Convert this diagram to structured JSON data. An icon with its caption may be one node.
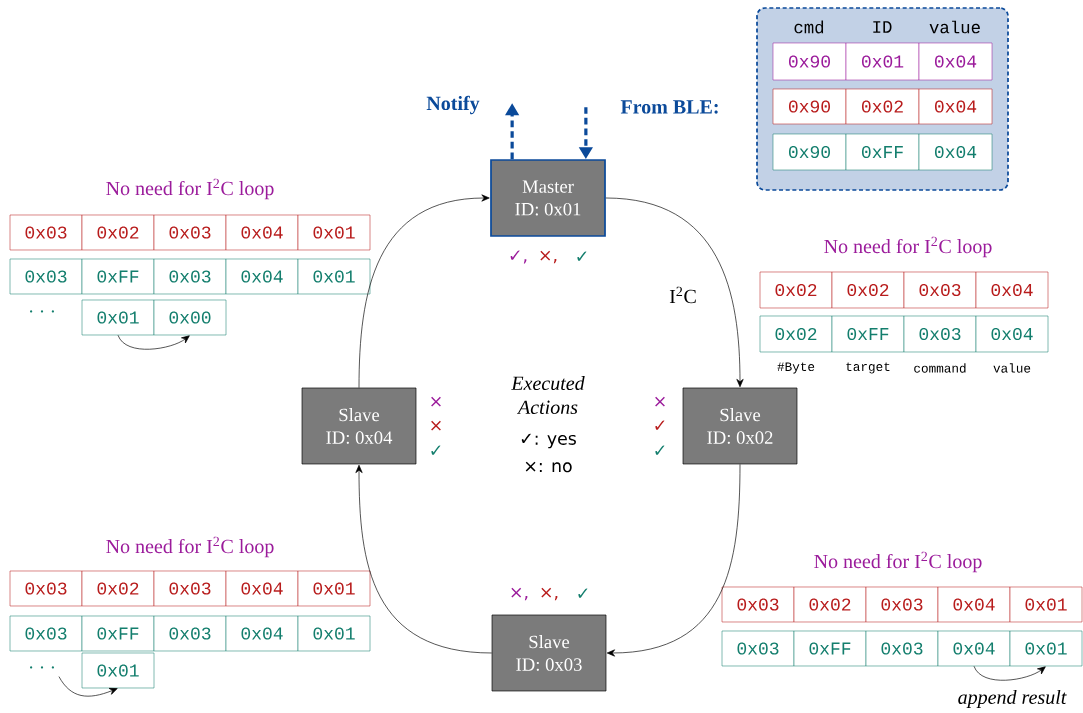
{
  "diagram": {
    "nodes": [
      {
        "text": [
          "Master",
          "ID: 0x01"
        ],
        "beside": [
          "✓,",
          "×,",
          "✓"
        ]
      },
      {
        "text": [
          "Slave",
          "ID: 0x02"
        ],
        "beside": [
          "×",
          "✓",
          "✓"
        ]
      },
      {
        "text": [
          "Slave",
          "ID: 0x03"
        ],
        "beside": [
          "×,",
          "×,",
          "✓"
        ]
      },
      {
        "text": [
          "Slave",
          "ID: 0x04"
        ],
        "beside": [
          "×",
          "×",
          "✓"
        ]
      },
      {
        "text": [
          "cmd",
          "ID",
          "value"
        ]
      },
      {
        "text": [
          "0x90"
        ],
        "in": 4
      },
      {
        "text": [
          "0x01"
        ],
        "in": 4
      },
      {
        "text": [
          "0x04"
        ],
        "in": 4
      },
      {
        "text": [
          "0x90"
        ],
        "in": 4
      },
      {
        "text": [
          "0x02"
        ],
        "in": 4
      },
      {
        "text": [
          "0x04"
        ],
        "in": 4
      },
      {
        "text": [
          "0x90"
        ],
        "in": 4
      },
      {
        "text": [
          "0xFF"
        ],
        "in": 4
      },
      {
        "text": [
          "0x04"
        ],
        "in": 4
      },
      {
        "text": [
          "0x03"
        ]
      },
      {
        "text": [
          "0x02"
        ]
      },
      {
        "text": [
          "0x03"
        ]
      },
      {
        "text": [
          "0x04"
        ]
      },
      {
        "text": [
          "0x01"
        ]
      },
      {
        "text": [
          "0x03"
        ]
      },
      {
        "text": [
          "0xFF"
        ]
      },
      {
        "text": [
          "0x03"
        ]
      },
      {
        "text": [
          "0x04"
        ]
      },
      {
        "text": [
          "0x01"
        ]
      },
      {
        "text": [
          "0x01"
        ]
      },
      {
        "text": [
          "0x00"
        ]
      },
      {
        "text": [
          "0x02"
        ]
      },
      {
        "text": [
          "0x02"
        ]
      },
      {
        "text": [
          "0x03"
        ]
      },
      {
        "text": [
          "0x04"
        ]
      },
      {
        "text": [
          "0x02"
        ]
      },
      {
        "text": [
          "0xFF"
        ]
      },
      {
        "text": [
          "0x03"
        ]
      },
      {
        "text": [
          "0x04"
        ]
      },
      {
        "text": [
          "0x03"
        ]
      },
      {
        "text": [
          "0x02"
        ]
      },
      {
        "text": [
          "0x03"
        ]
      },
      {
        "text": [
          "0x04"
        ]
      },
      {
        "text": [
          "0x01"
        ]
      },
      {
        "text": [
          "0x03"
        ]
      },
      {
        "text": [
          "0xFF"
        ]
      },
      {
        "text": [
          "0x03"
        ]
      },
      {
        "text": [
          "0x04"
        ]
      },
      {
        "text": [
          "0x01"
        ]
      },
      {
        "text": [
          "· · ·"
        ]
      },
      {
        "text": [
          "0x01"
        ]
      },
      {
        "text": [
          "0x03"
        ]
      },
      {
        "text": [
          "0x02"
        ]
      },
      {
        "text": [
          "0x03"
        ]
      },
      {
        "text": [
          "0x04"
        ]
      },
      {
        "text": [
          "0x01"
        ]
      },
      {
        "text": [
          "0x03"
        ]
      },
      {
        "text": [
          "0xFF"
        ]
      },
      {
        "text": [
          "0x03"
        ]
      },
      {
        "text": [
          "0x04"
        ]
      },
      {
        "text": [
          "0x01"
        ]
      }
    ],
    "edges": [
      {
        "from": 0,
        "to": 1,
        "arrow": "to",
        "label": "I$^{2}$C"
      },
      {
        "from": 1,
        "to": 2,
        "arrow": "to"
      },
      {
        "from": 2,
        "to": 3,
        "arrow": "to"
      },
      {
        "from": 3,
        "to": 0,
        "arrow": "to"
      },
      {
        "from": 0,
        "to": null,
        "arrow": "to",
        "label": "Notify",
        "style": "dashed",
        "color": "#0b4a9a"
      },
      {
        "from": null,
        "to": 0,
        "arrow": "to",
        "label": "From BLE:",
        "style": "dashed",
        "color": "#0b4a9a"
      },
      {
        "from": 24,
        "to": 25,
        "arrow": "to"
      },
      {
        "from": 44,
        "to": 45,
        "arrow": "to"
      },
      {
        "from": 54,
        "to": 55,
        "arrow": "to",
        "label": "append result"
      }
    ],
    "labels": [
      "No need for I$^{2}$C loop",
      "· · ·",
      "No need for I$^{2}$C loop",
      "#Byte",
      "target",
      "command",
      "value",
      "Executed Actions",
      "✓: yes",
      "×: no",
      "No need for I$^{2}$C loop",
      "No need for I$^{2}$C loop"
    ]
  }
}
